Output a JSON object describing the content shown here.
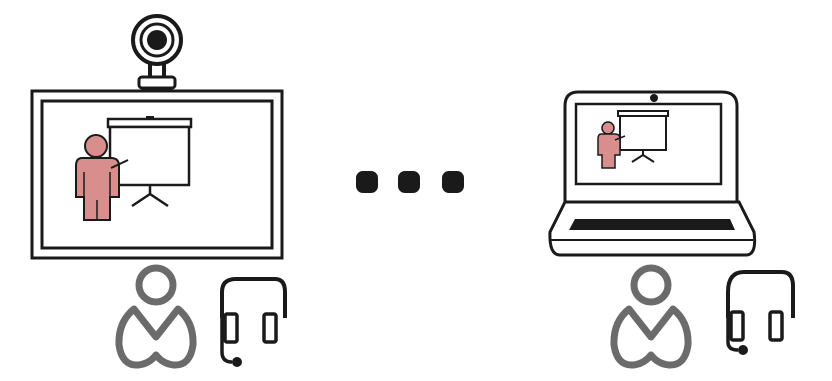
{
  "diagram": {
    "left_station": {
      "device": "desktop-monitor",
      "camera": "webcam",
      "screen_content": [
        "presenter",
        "projector-screen"
      ],
      "audio": "headset",
      "user": "person"
    },
    "separator": "ellipsis-dots",
    "right_station": {
      "device": "laptop",
      "camera": "built-in-camera",
      "screen_content": [
        "presenter",
        "projector-screen"
      ],
      "audio": "headset",
      "user": "person"
    },
    "colors": {
      "stroke": "#1a1a1a",
      "presenter_fill": "#d98e8e",
      "person_gray": "#6b6b6b",
      "background": "#ffffff"
    }
  }
}
